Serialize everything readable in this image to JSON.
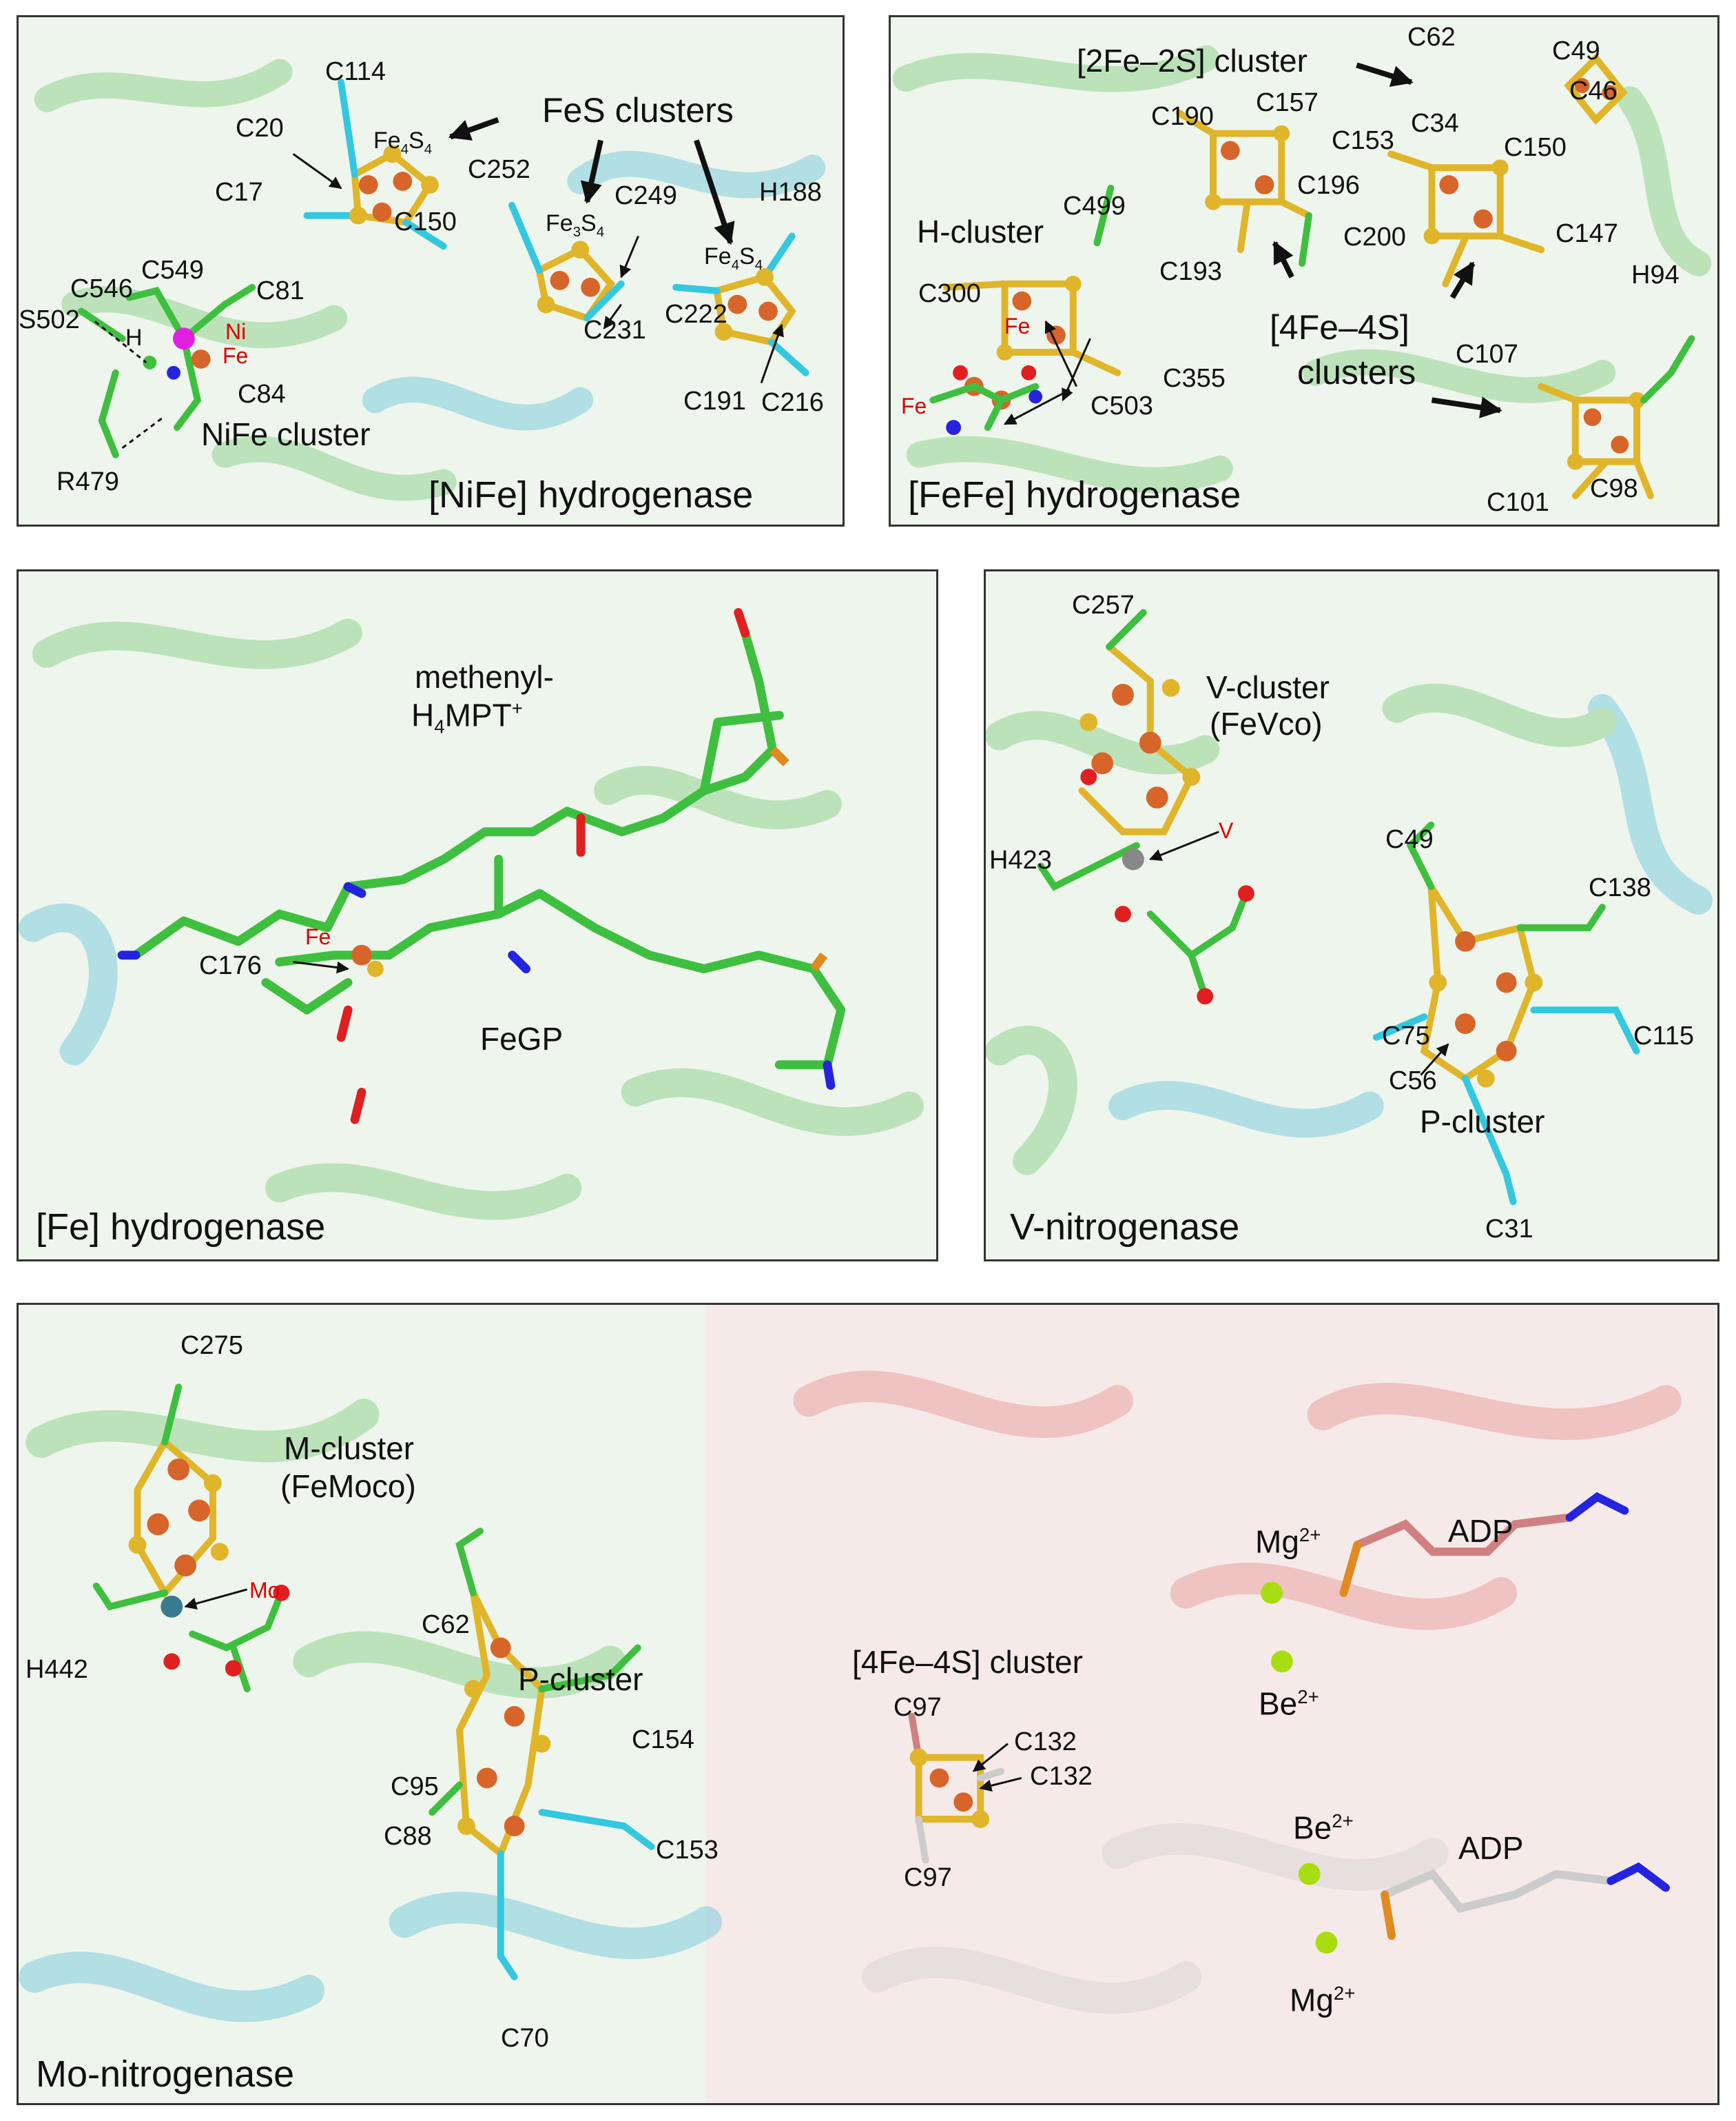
{
  "colors": {
    "carbon": "#3fbf3f",
    "sulfur": "#e0b52a",
    "iron": "#d7652a",
    "cyan": "#33c8e0",
    "nitrogen": "#2424e0",
    "oxygen": "#e02020",
    "protein_green": "#5fbf5f",
    "protein_cyan": "#3fb7d8",
    "protein_red": "#e07a7a"
  },
  "panels": {
    "nife": {
      "title": "[NiFe] hydrogenase",
      "labels": {
        "fes_clusters": "FeS clusters",
        "c114": "C114",
        "c20": "C20",
        "fe4s4_a_main": "Fe",
        "fe4s4_a_sub1": "4",
        "fe4s4_a_s": "S",
        "fe4s4_a_sub2": "4",
        "c17": "C17",
        "c150": "C150",
        "c252": "C252",
        "fe3s4_main": "Fe",
        "fe3s4_sub1": "3",
        "fe3s4_s": "S",
        "fe3s4_sub2": "4",
        "c249": "C249",
        "h188": "H188",
        "fe4s4_b_main": "Fe",
        "fe4s4_b_sub1": "4",
        "fe4s4_b_s": "S",
        "fe4s4_b_sub2": "4",
        "c546": "C546",
        "c549": "C549",
        "c81": "C81",
        "s502": "S502",
        "h": "H",
        "ni": "Ni",
        "fe": "Fe",
        "c84": "C84",
        "c231": "C231",
        "c222": "C222",
        "c191": "C191",
        "c216": "C216",
        "nife_cluster": "NiFe cluster",
        "r479": "R479"
      }
    },
    "fefe": {
      "title": "[FeFe] hydrogenase",
      "labels": {
        "fe2s2_cluster": "[2Fe–2S] cluster",
        "c62": "C62",
        "c49": "C49",
        "c46": "C46",
        "c34": "C34",
        "c190": "C190",
        "c157": "C157",
        "c153": "C153",
        "c150": "C150",
        "c196": "C196",
        "c499": "C499",
        "h_cluster": "H-cluster",
        "c193": "C193",
        "c200": "C200",
        "c147": "C147",
        "c300": "C300",
        "h94": "H94",
        "fe4s4_clusters_a": "[4Fe–4S]",
        "fe4s4_clusters_b": "clusters",
        "fe_top": "Fe",
        "fe_left": "Fe",
        "c107": "C107",
        "c503": "C503",
        "c355": "C355",
        "c101": "C101",
        "c98": "C98"
      }
    },
    "fe": {
      "title": "[Fe] hydrogenase",
      "labels": {
        "methenyl_a": "methenyl-",
        "methenyl_b_h": "H",
        "methenyl_b_sub": "4",
        "methenyl_b_mpt": "MPT",
        "methenyl_b_sup": "+",
        "fe": "Fe",
        "c176": "C176",
        "fegp": "FeGP"
      }
    },
    "vnit": {
      "title": "V-nitrogenase",
      "labels": {
        "c257": "C257",
        "v_cluster_a": "V-cluster",
        "v_cluster_b": "(FeVco)",
        "v": "V",
        "h423": "H423",
        "c49": "C49",
        "c138": "C138",
        "c75": "C75",
        "c115": "C115",
        "c56": "C56",
        "p_cluster": "P-cluster",
        "c31": "C31"
      }
    },
    "monit": {
      "title": "Mo-nitrogenase",
      "labels": {
        "c275": "C275",
        "m_cluster_a": "M-cluster",
        "m_cluster_b": "(FeMoco)",
        "mo": "Mo",
        "h442": "H442",
        "c62": "C62",
        "p_cluster": "P-cluster",
        "c154": "C154",
        "c95": "C95",
        "c88": "C88",
        "c153": "C153",
        "c70": "C70",
        "fe4s4_cluster": "[4Fe–4S] cluster",
        "c97_top": "C97",
        "c132_a": "C132",
        "c132_b": "C132",
        "c97_bottom": "C97",
        "mg_top": "Mg",
        "mg_top_sup": "2+",
        "adp_top": "ADP",
        "be_top": "Be",
        "be_top_sup": "2+",
        "be_bottom": "Be",
        "be_bottom_sup": "2+",
        "adp_bottom": "ADP",
        "mg_bottom": "Mg",
        "mg_bottom_sup": "2+"
      }
    }
  }
}
